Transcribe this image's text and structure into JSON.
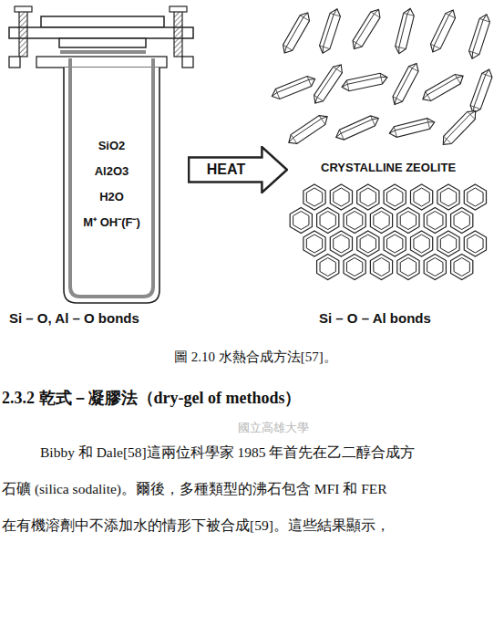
{
  "diagram": {
    "caption": "圖 2.10 水熱合成方法[57]。",
    "nodes": [
      {
        "text": [
          "SiO2",
          "Al2O3",
          "H2O",
          "M⁺ OH⁻(F⁻)"
        ]
      },
      {
        "text": [
          "HEAT"
        ]
      }
    ],
    "labels": [
      "CRYSTALLINE ZEOLITE",
      "Si – O, Al – O bonds",
      "Si – O – Al bonds",
      "2.3.2 乾式－凝膠法（dry-gel of methods）",
      "Bibby 和 Dale[58]這兩位科學家 1985 年首先在乙二醇合成方",
      "石礦 (silica sodalite)。爾後，多種類型的沸石包含 MFI 和 FER",
      "在有機溶劑中不添加水的情形下被合成[59]。這些結果顯示，",
      "國立高雄大學"
    ]
  }
}
